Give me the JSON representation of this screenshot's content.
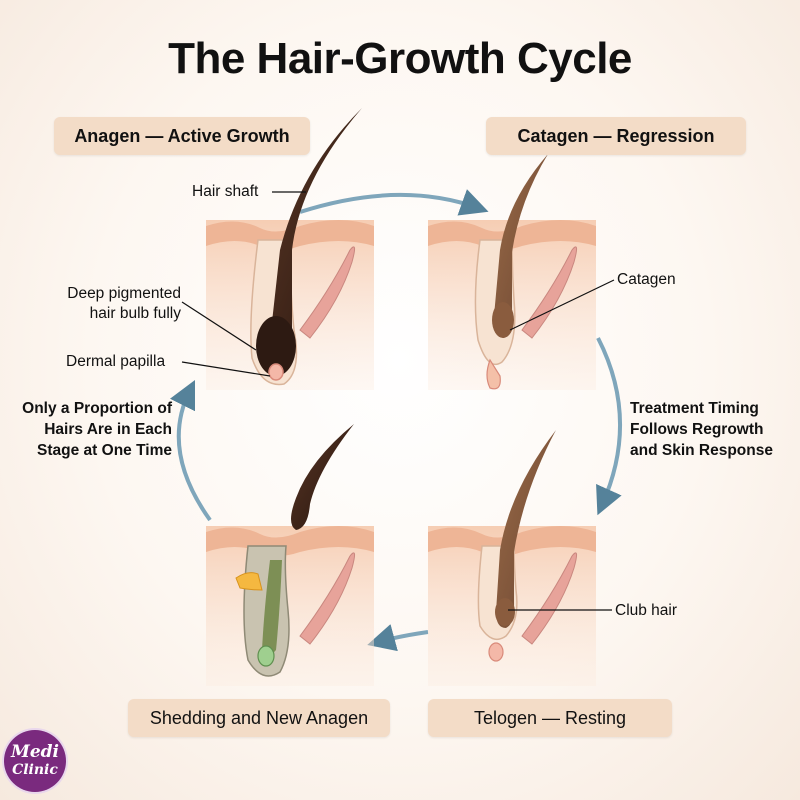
{
  "title": "The Hair-Growth Cycle",
  "stages": {
    "anagen": "Anagen — Active Growth",
    "catagen": "Catagen — Regression",
    "shedding": "Shedding and New Anagen",
    "telogen": "Telogen — Resting"
  },
  "callouts": {
    "hair_shaft": "Hair shaft",
    "bulb_line1": "Deep pigmented",
    "bulb_line2": "hair bulb fully",
    "dermal_papilla": "Dermal papilla",
    "catagen": "Catagen",
    "club_hair": "Club hair"
  },
  "notes": {
    "left": [
      "Only a Proportion of",
      "Hairs Are in Each",
      "Stage at One Time"
    ],
    "right": [
      "Treatment Timing",
      "Follows Regrowth",
      "and Skin Response"
    ]
  },
  "logo": {
    "line1": "Medi",
    "line2": "Clinic"
  },
  "colors": {
    "skin_top": "#f2c3a4",
    "skin_body": "#f8dcc8",
    "muscle": "#e7a39a",
    "hair_dark": "#3a2218",
    "hair_mid": "#7a5238",
    "arrow": "#55829a",
    "label_bg": "#f3dcc7"
  }
}
